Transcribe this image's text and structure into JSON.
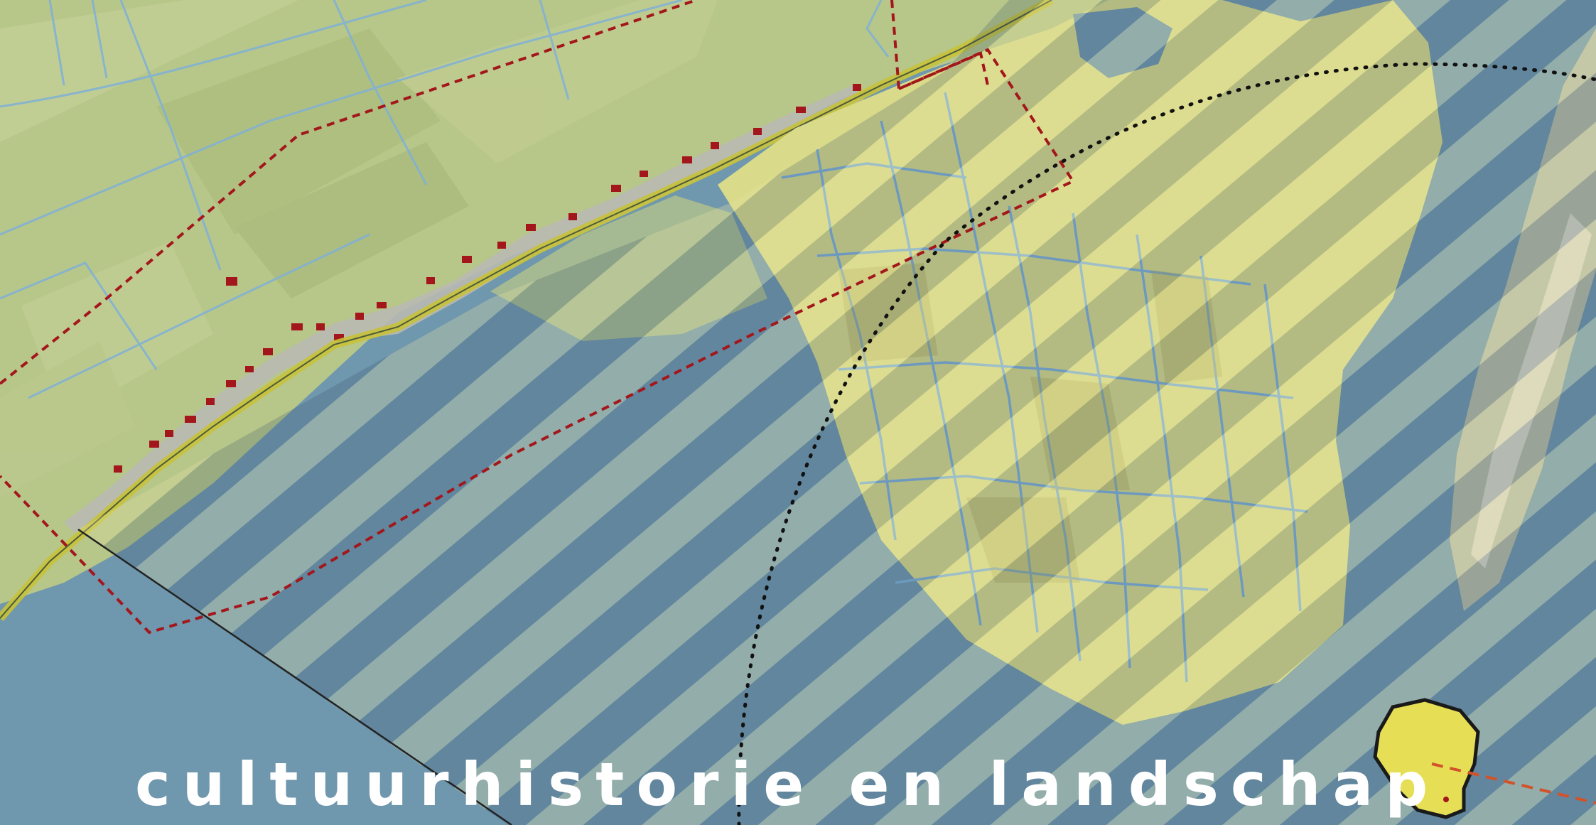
{
  "title": "cultuurhistorie en landschap",
  "colors": {
    "water": "#6f97ad",
    "polder_land": "#b7c689",
    "polder_land_light": "#c9d39a",
    "reclaimed_polder": "#d9db8a",
    "ditch": "#7fb0d8",
    "settlement": "#b9b9b4",
    "heritage_building": "#a3161b",
    "boundary_dashed": "#a3161b",
    "dike": "#c7c23a",
    "hatch_light": "#e7e2a4",
    "hatch_dark": "#2c4a63",
    "island": "#e6df55",
    "title": "#ffffff"
  },
  "legend_marks": {
    "heritage_buildings": "red building footprints along the dike",
    "study_area": "dashed red outline",
    "radius": "dotted black arc",
    "hatched_zone": "diagonal hatching over water and polder"
  }
}
